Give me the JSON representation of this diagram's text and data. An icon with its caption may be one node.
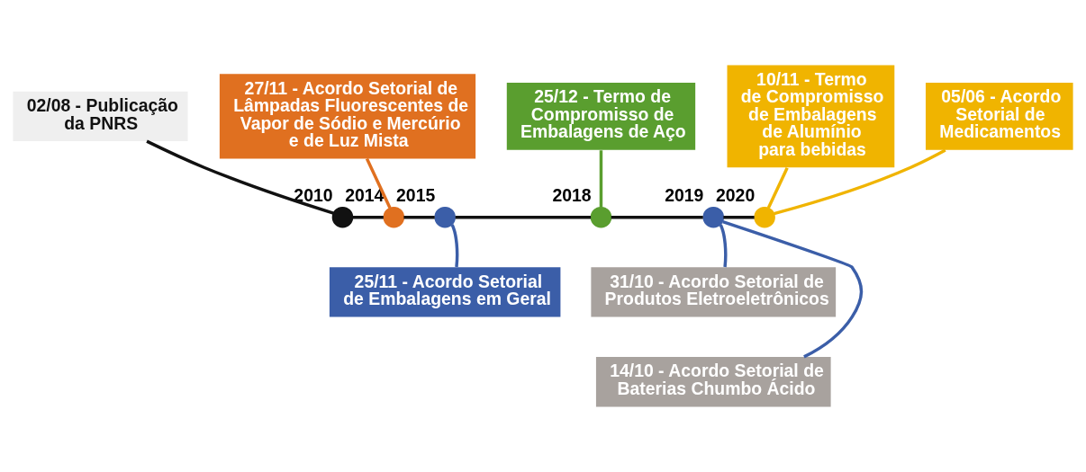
{
  "diagram": {
    "nodes": [
      {
        "text": [
          "27/11 - Acordo Setorial de Lâmpadas Fluorescentes de Vapor de Sódio e Mercúrio e de Luz Mista"
        ]
      },
      {
        "text": [
          "10/11 - Termo de Compromisso de Embalagens de Alumínio para bebidas"
        ]
      },
      {
        "text": [
          "25/12 - Termo de Compromisso de Embalagens de Aço"
        ]
      },
      {
        "text": [
          "05/06 - Acordo Setorial de Medicamentos"
        ]
      },
      {
        "text": [
          "02/08 - Publicação da PNRS"
        ]
      },
      {
        "text": [],
        "shape": "circle",
        "beside": [
          "2010"
        ]
      },
      {
        "text": [],
        "shape": "circle",
        "beside": [
          "2014"
        ]
      },
      {
        "text": [],
        "shape": "circle",
        "beside": [
          "2015"
        ]
      },
      {
        "text": [],
        "shape": "circle",
        "beside": [
          "2018"
        ]
      },
      {
        "text": [],
        "shape": "circle",
        "beside": [
          "2019"
        ]
      },
      {
        "text": [],
        "shape": "circle",
        "beside": [
          "2020"
        ]
      },
      {
        "text": [
          "25/11 - Acordo Setorial de Embalagens em Geral"
        ]
      },
      {
        "text": [
          "31/10 - Acordo Setorial de Produtos Eletroeletrônicos"
        ]
      },
      {
        "text": [
          "14/10 - Acordo Setorial de Baterias Chumbo Ácido"
        ]
      }
    ],
    "edges": [
      {
        "from": 5,
        "to": 6,
        "arrow": "none"
      },
      {
        "from": 6,
        "to": 7,
        "arrow": "none"
      },
      {
        "from": 7,
        "to": 8,
        "arrow": "none"
      },
      {
        "from": 8,
        "to": 9,
        "arrow": "none"
      },
      {
        "from": 9,
        "to": 10,
        "arrow": "none"
      },
      {
        "from": 4,
        "to": 5,
        "arrow": "none"
      },
      {
        "from": 0,
        "to": 6,
        "arrow": "none",
        "color": "#e07020"
      },
      {
        "from": 2,
        "to": 8,
        "arrow": "none",
        "color": "#5a9e2f"
      },
      {
        "from": 1,
        "to": 10,
        "arrow": "none",
        "color": "#f0b400"
      },
      {
        "from": 3,
        "to": 10,
        "arrow": "none",
        "color": "#f0b400"
      },
      {
        "from": 11,
        "to": 7,
        "arrow": "none",
        "color": "#3b5ea8"
      },
      {
        "from": 12,
        "to": 9,
        "arrow": "none",
        "color": "#3b5ea8"
      },
      {
        "from": 13,
        "to": 9,
        "arrow": "none",
        "color": "#3b5ea8"
      }
    ]
  }
}
